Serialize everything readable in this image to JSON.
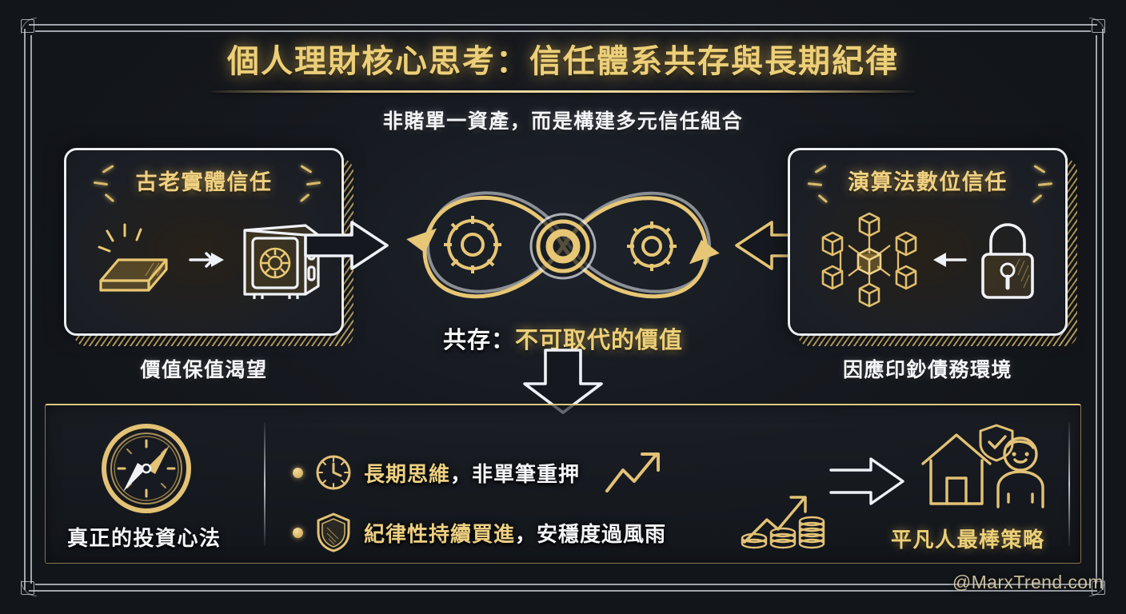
{
  "header": {
    "title": "個人理財核心思考：信任體系共存與長期紀律",
    "subtitle": "非賭單一資產，而是構建多元信任組合"
  },
  "cards": {
    "left": {
      "title": "古老實體信任",
      "caption": "價值保值渴望",
      "icons": [
        "gold-bar-icon",
        "arrow-right-icon",
        "safe-vault-icon"
      ]
    },
    "right": {
      "title": "演算法數位信任",
      "caption": "因應印鈔債務環境",
      "icons": [
        "blockchain-network-icon",
        "arrow-left-icon",
        "padlock-icon"
      ]
    }
  },
  "center": {
    "caption_white": "共存：",
    "caption_gold": "不可取代的價值",
    "icons": [
      "infinity-loop-icon",
      "gear-icon",
      "gear-icon",
      "core-circle-icon"
    ]
  },
  "bottom": {
    "left_caption": "真正的投資心法",
    "left_icon": "compass-icon",
    "bullets": [
      {
        "icon": "clock-icon",
        "gold": "長期思維",
        "white": "，非單筆重押",
        "trailing_icon": "growth-arrow-icon"
      },
      {
        "icon": "shield-icon",
        "gold": "紀律性持續買進",
        "white": "，安穩度過風雨",
        "trailing_icon": "coin-stack-growth-icon"
      }
    ],
    "right_caption": "平凡人最棒策略",
    "right_icons": [
      "arrow-right-icon",
      "house-icon",
      "person-icon",
      "shield-check-icon"
    ]
  },
  "watermark": "@MarxTrend.com",
  "colors": {
    "background": "#14181d",
    "gold": "#eccf78",
    "gold_deep": "#c9a350",
    "white": "#f4f6f9",
    "frame": "#c9ced6"
  }
}
